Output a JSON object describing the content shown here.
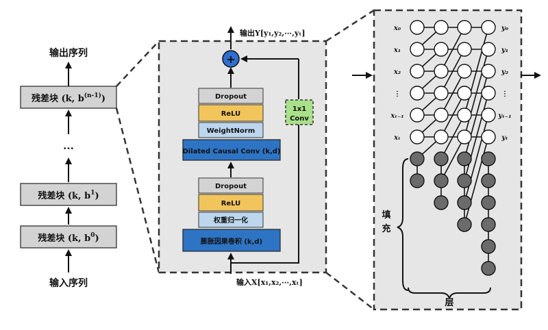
{
  "left_column": {
    "output_label": "输出序列",
    "input_label": "输入序列",
    "ellipsis": "...",
    "blocks": [
      {
        "label": "残差块 (k, b",
        "sup": "(n-1)",
        "close": ")"
      },
      {
        "label": "残差块 (k, b",
        "sup": "1",
        "close": ")"
      },
      {
        "label": "残差块 (k, b",
        "sup": "0",
        "close": ")"
      }
    ]
  },
  "middle_panel": {
    "output_formula": "输出Y[y₁,y₂,⋯,yₜ]",
    "input_formula": "输入X[x₁,x₂,⋯,xₜ]",
    "add_symbol": "+",
    "conv1x1_line1": "1x1",
    "conv1x1_line2": "Conv",
    "upper_stack": [
      "Dropout",
      "ReLU",
      "WeightNorm",
      "Dilated Causal Conv (k,d)"
    ],
    "lower_stack": [
      "Dropout",
      "ReLU",
      "权重归一化",
      "膨胀因果卷积 (k,d)"
    ]
  },
  "right_panel": {
    "inputs": [
      "x₀",
      "x₁",
      "x₂",
      "⋮",
      "xₜ₋₁",
      "xₜ"
    ],
    "outputs": [
      "y₀",
      "y₁",
      "y₂",
      "⋮",
      "yₜ₋₁",
      "yₜ"
    ],
    "padding_label": "填\n充",
    "padding_char1": "填",
    "padding_char2": "充",
    "layer_label": "层"
  },
  "colors": {
    "block_gray": "#d3d3d3",
    "relu_yellow": "#f2c55c",
    "weightnorm_blue": "#bcd6ee",
    "conv_blue": "#2e74c4",
    "add_blue": "#2e6fcf",
    "conv1x1_green": "#a9e08a",
    "panel_bg": "#e6e6e6",
    "node_white": "#ffffff",
    "node_gray": "#6b6b6b"
  }
}
